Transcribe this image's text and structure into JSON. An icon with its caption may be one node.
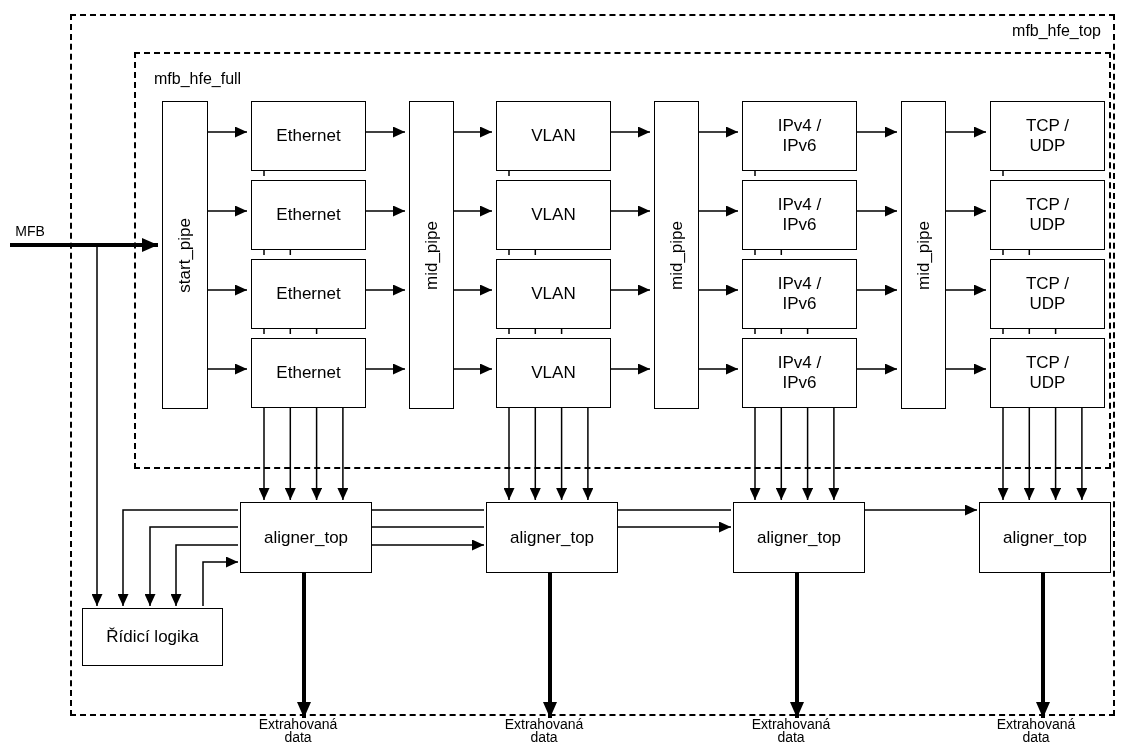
{
  "diagram": {
    "nodes": [
      {
        "text": [
          "mfb_hfe_top"
        ]
      },
      {
        "text": [
          "mfb_hfe_full"
        ],
        "in": 0
      },
      {
        "text": [
          "MFB"
        ]
      },
      {
        "text": [
          "start_pipe"
        ],
        "in": 1
      },
      {
        "text": [
          "Ethernet"
        ],
        "in": 1
      },
      {
        "text": [
          "Ethernet"
        ],
        "in": 1
      },
      {
        "text": [
          "Ethernet"
        ],
        "in": 1
      },
      {
        "text": [
          "Ethernet"
        ],
        "in": 1
      },
      {
        "text": [
          "mid_pipe"
        ],
        "in": 1
      },
      {
        "text": [
          "VLAN"
        ],
        "in": 1
      },
      {
        "text": [
          "VLAN"
        ],
        "in": 1
      },
      {
        "text": [
          "VLAN"
        ],
        "in": 1
      },
      {
        "text": [
          "VLAN"
        ],
        "in": 1
      },
      {
        "text": [
          "mid_pipe"
        ],
        "in": 1
      },
      {
        "text": [
          "IPv4 / IPv6"
        ],
        "in": 1
      },
      {
        "text": [
          "IPv4 / IPv6"
        ],
        "in": 1
      },
      {
        "text": [
          "IPv4 / IPv6"
        ],
        "in": 1
      },
      {
        "text": [
          "IPv4 / IPv6"
        ],
        "in": 1
      },
      {
        "text": [
          "mid_pipe"
        ],
        "in": 1
      },
      {
        "text": [
          "TCP / UDP"
        ],
        "in": 1
      },
      {
        "text": [
          "TCP / UDP"
        ],
        "in": 1
      },
      {
        "text": [
          "TCP / UDP"
        ],
        "in": 1
      },
      {
        "text": [
          "TCP / UDP"
        ],
        "in": 1
      },
      {
        "text": [
          "aligner_top"
        ],
        "in": 0
      },
      {
        "text": [
          "aligner_top"
        ],
        "in": 0
      },
      {
        "text": [
          "aligner_top"
        ],
        "in": 0
      },
      {
        "text": [
          "aligner_top"
        ],
        "in": 0
      },
      {
        "text": [
          "Řídicí logika"
        ],
        "in": 0
      },
      {
        "text": [
          "Extrahovaná data"
        ]
      },
      {
        "text": [
          "Extrahovaná data"
        ]
      },
      {
        "text": [
          "Extrahovaná data"
        ]
      },
      {
        "text": [
          "Extrahovaná data"
        ]
      }
    ],
    "edges": [
      {
        "from": 2,
        "to": 3,
        "arrow": "to",
        "style": "thick"
      },
      {
        "from": 2,
        "to": 27,
        "arrow": "to"
      },
      {
        "from": 3,
        "to": 4,
        "arrow": "to"
      },
      {
        "from": 3,
        "to": 5,
        "arrow": "to"
      },
      {
        "from": 3,
        "to": 6,
        "arrow": "to"
      },
      {
        "from": 3,
        "to": 7,
        "arrow": "to"
      },
      {
        "from": 4,
        "to": 8,
        "arrow": "to"
      },
      {
        "from": 5,
        "to": 8,
        "arrow": "to"
      },
      {
        "from": 6,
        "to": 8,
        "arrow": "to"
      },
      {
        "from": 7,
        "to": 8,
        "arrow": "to"
      },
      {
        "from": 8,
        "to": 9,
        "arrow": "to"
      },
      {
        "from": 8,
        "to": 10,
        "arrow": "to"
      },
      {
        "from": 8,
        "to": 11,
        "arrow": "to"
      },
      {
        "from": 8,
        "to": 12,
        "arrow": "to"
      },
      {
        "from": 9,
        "to": 13,
        "arrow": "to"
      },
      {
        "from": 10,
        "to": 13,
        "arrow": "to"
      },
      {
        "from": 11,
        "to": 13,
        "arrow": "to"
      },
      {
        "from": 12,
        "to": 13,
        "arrow": "to"
      },
      {
        "from": 13,
        "to": 14,
        "arrow": "to"
      },
      {
        "from": 13,
        "to": 15,
        "arrow": "to"
      },
      {
        "from": 13,
        "to": 16,
        "arrow": "to"
      },
      {
        "from": 13,
        "to": 17,
        "arrow": "to"
      },
      {
        "from": 14,
        "to": 18,
        "arrow": "to"
      },
      {
        "from": 15,
        "to": 18,
        "arrow": "to"
      },
      {
        "from": 16,
        "to": 18,
        "arrow": "to"
      },
      {
        "from": 17,
        "to": 18,
        "arrow": "to"
      },
      {
        "from": 18,
        "to": 19,
        "arrow": "to"
      },
      {
        "from": 18,
        "to": 20,
        "arrow": "to"
      },
      {
        "from": 18,
        "to": 21,
        "arrow": "to"
      },
      {
        "from": 18,
        "to": 22,
        "arrow": "to"
      },
      {
        "from": 4,
        "to": 5,
        "arrow": "none"
      },
      {
        "from": 5,
        "to": 6,
        "arrow": "none"
      },
      {
        "from": 5,
        "to": 6,
        "arrow": "none"
      },
      {
        "from": 6,
        "to": 7,
        "arrow": "none"
      },
      {
        "from": 6,
        "to": 7,
        "arrow": "none"
      },
      {
        "from": 6,
        "to": 7,
        "arrow": "none"
      },
      {
        "from": 7,
        "to": 23,
        "arrow": "to"
      },
      {
        "from": 7,
        "to": 23,
        "arrow": "to"
      },
      {
        "from": 7,
        "to": 23,
        "arrow": "to"
      },
      {
        "from": 7,
        "to": 23,
        "arrow": "to"
      },
      {
        "from": 9,
        "to": 10,
        "arrow": "none"
      },
      {
        "from": 10,
        "to": 11,
        "arrow": "none"
      },
      {
        "from": 10,
        "to": 11,
        "arrow": "none"
      },
      {
        "from": 11,
        "to": 12,
        "arrow": "none"
      },
      {
        "from": 11,
        "to": 12,
        "arrow": "none"
      },
      {
        "from": 11,
        "to": 12,
        "arrow": "none"
      },
      {
        "from": 12,
        "to": 24,
        "arrow": "to"
      },
      {
        "from": 12,
        "to": 24,
        "arrow": "to"
      },
      {
        "from": 12,
        "to": 24,
        "arrow": "to"
      },
      {
        "from": 12,
        "to": 24,
        "arrow": "to"
      },
      {
        "from": 14,
        "to": 15,
        "arrow": "none"
      },
      {
        "from": 15,
        "to": 16,
        "arrow": "none"
      },
      {
        "from": 15,
        "to": 16,
        "arrow": "none"
      },
      {
        "from": 16,
        "to": 17,
        "arrow": "none"
      },
      {
        "from": 16,
        "to": 17,
        "arrow": "none"
      },
      {
        "from": 16,
        "to": 17,
        "arrow": "none"
      },
      {
        "from": 17,
        "to": 25,
        "arrow": "to"
      },
      {
        "from": 17,
        "to": 25,
        "arrow": "to"
      },
      {
        "from": 17,
        "to": 25,
        "arrow": "to"
      },
      {
        "from": 17,
        "to": 25,
        "arrow": "to"
      },
      {
        "from": 19,
        "to": 20,
        "arrow": "none"
      },
      {
        "from": 20,
        "to": 21,
        "arrow": "none"
      },
      {
        "from": 20,
        "to": 21,
        "arrow": "none"
      },
      {
        "from": 21,
        "to": 22,
        "arrow": "none"
      },
      {
        "from": 21,
        "to": 22,
        "arrow": "none"
      },
      {
        "from": 21,
        "to": 22,
        "arrow": "none"
      },
      {
        "from": 22,
        "to": 26,
        "arrow": "to"
      },
      {
        "from": 22,
        "to": 26,
        "arrow": "to"
      },
      {
        "from": 22,
        "to": 26,
        "arrow": "to"
      },
      {
        "from": 22,
        "to": 26,
        "arrow": "to"
      },
      {
        "from": 23,
        "to": 27,
        "arrow": "to"
      },
      {
        "from": 23,
        "to": 27,
        "arrow": "to"
      },
      {
        "from": 23,
        "to": 27,
        "arrow": "to"
      },
      {
        "from": 27,
        "to": 23,
        "arrow": "to"
      },
      {
        "from": 23,
        "to": 24,
        "arrow": "none"
      },
      {
        "from": 23,
        "to": 24,
        "arrow": "none"
      },
      {
        "from": 23,
        "to": 24,
        "arrow": "to"
      },
      {
        "from": 24,
        "to": 25,
        "arrow": "none"
      },
      {
        "from": 24,
        "to": 25,
        "arrow": "to"
      },
      {
        "from": 25,
        "to": 26,
        "arrow": "to"
      },
      {
        "from": 23,
        "to": 28,
        "arrow": "to",
        "style": "thick"
      },
      {
        "from": 24,
        "to": 29,
        "arrow": "to",
        "style": "thick"
      },
      {
        "from": 25,
        "to": 30,
        "arrow": "to",
        "style": "thick"
      },
      {
        "from": 26,
        "to": 31,
        "arrow": "to",
        "style": "thick"
      }
    ]
  }
}
